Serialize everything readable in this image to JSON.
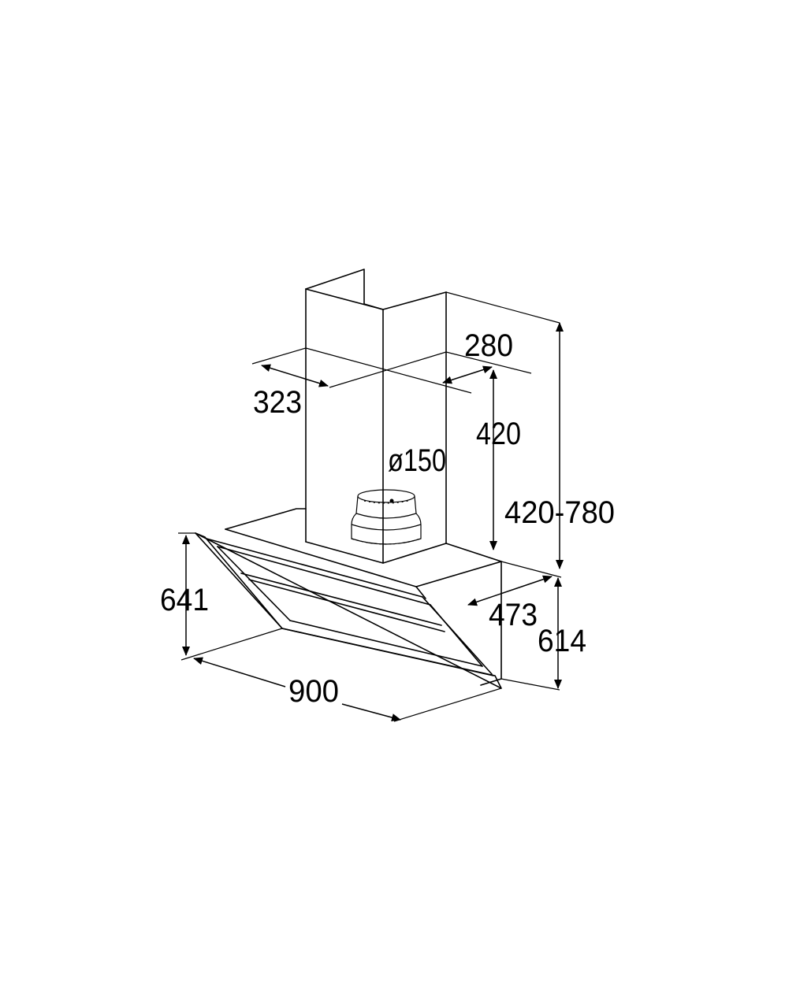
{
  "dimensions": {
    "depth_chimney": "323",
    "width_chimney": "280",
    "height_upper": "420",
    "height_range": "420-780",
    "duct_diameter": "ø150",
    "hood_front_height": "641",
    "hood_width": "900",
    "hood_depth": "473",
    "hood_height": "614"
  }
}
